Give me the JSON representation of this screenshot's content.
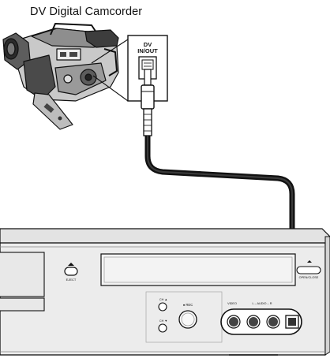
{
  "diagram": {
    "title": "DV Digital Camcorder",
    "camcorder_port": {
      "label_line1": "DV",
      "label_line2": "IN/OUT"
    },
    "recorder": {
      "eject_label": "EJECT",
      "open_close_label": "OPEN/CLOSE",
      "ch_up_label": "CH ▲",
      "ch_down_label": "CH ▼",
      "rec_label": "● REC",
      "video_label": "VIDEO",
      "audio_label": "L  – AUDIO – R"
    }
  }
}
